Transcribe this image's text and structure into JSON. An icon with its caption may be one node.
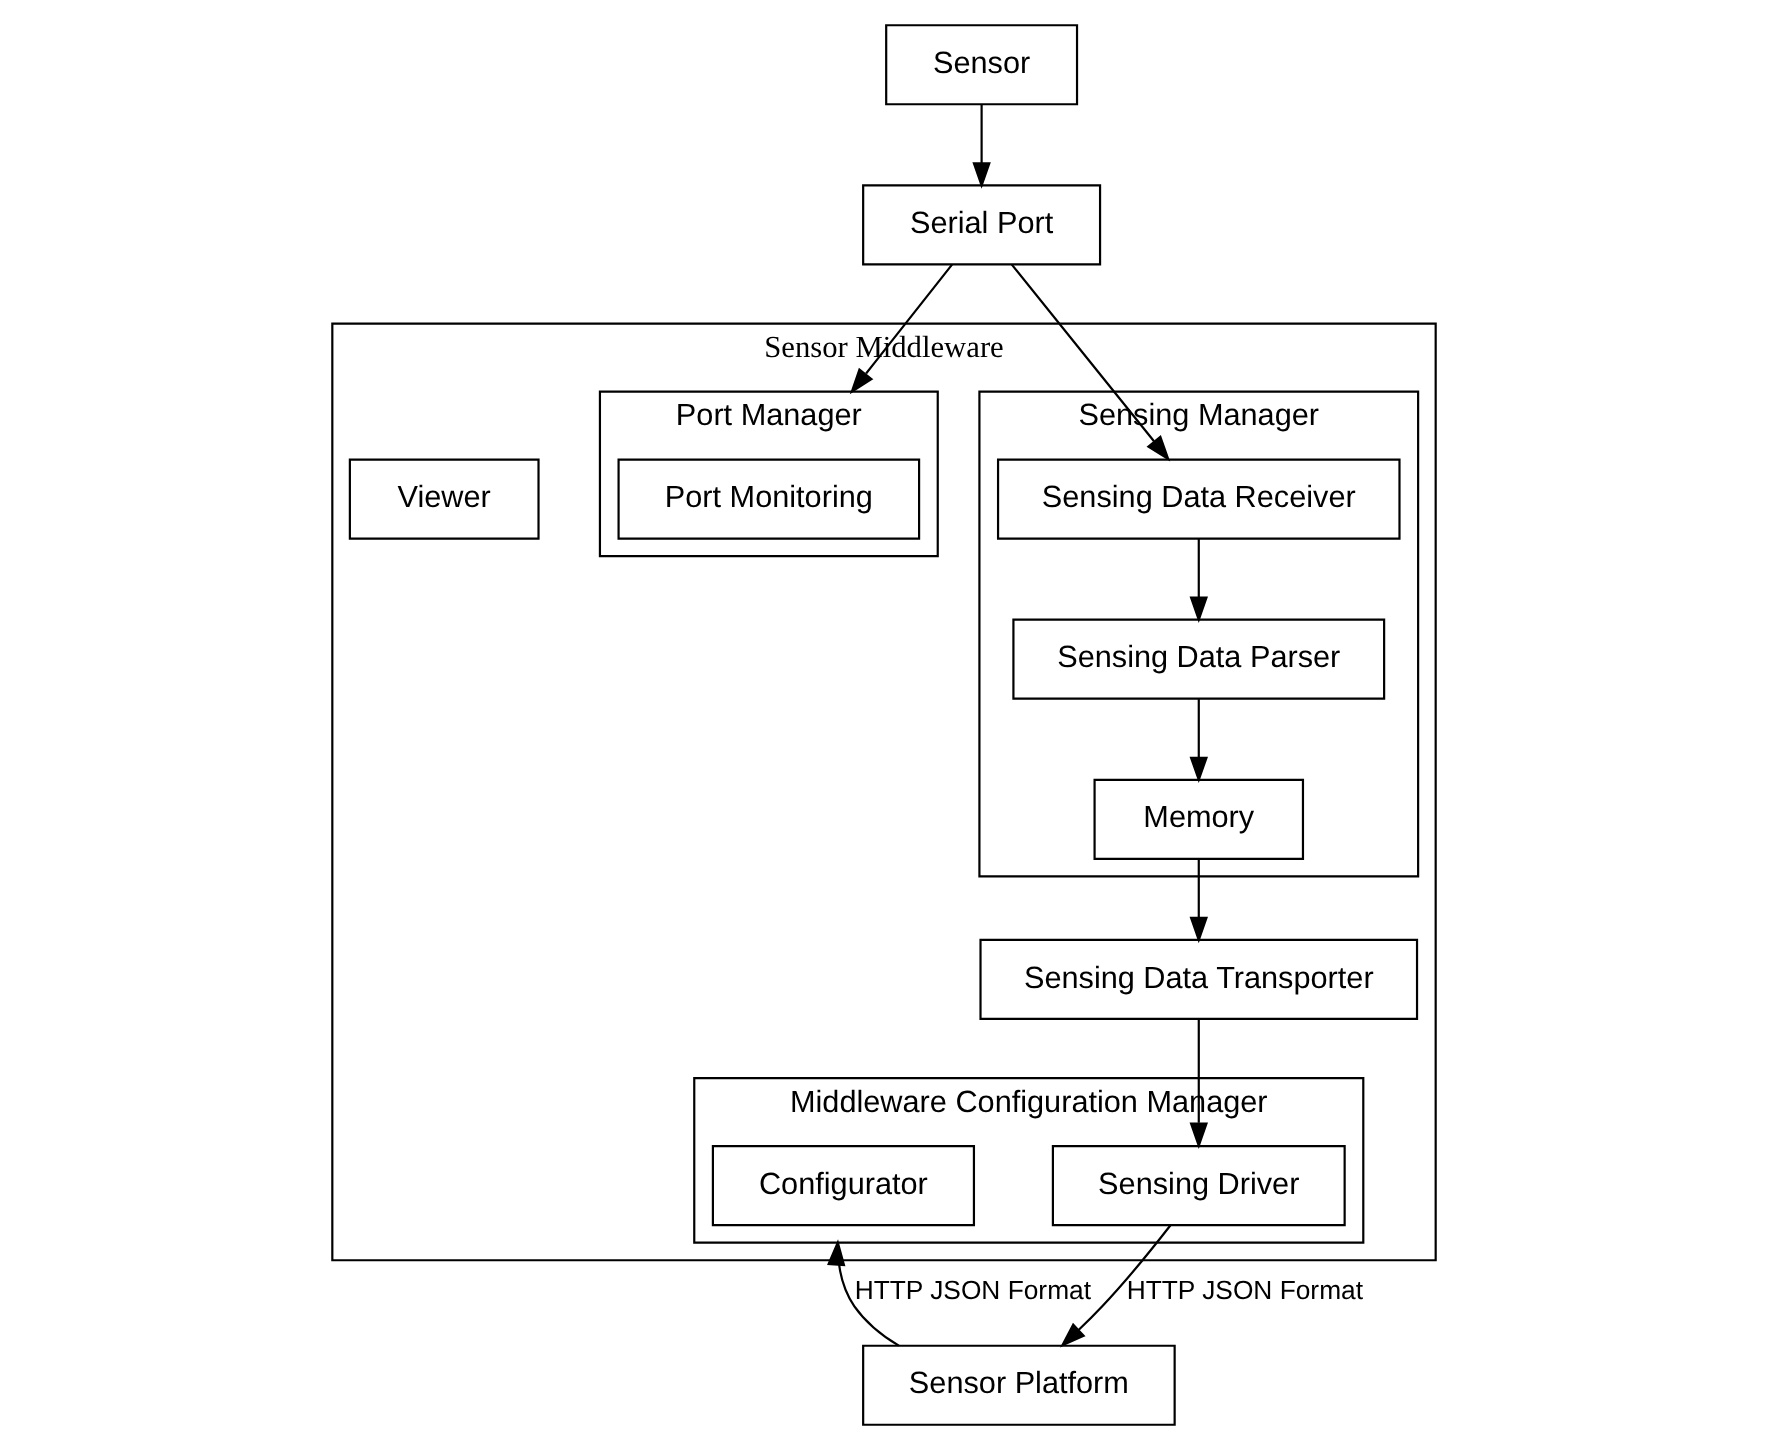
{
  "diagram": {
    "nodes": [
      {
        "text": [
          "Sensor Platform"
        ]
      },
      {
        "text": [
          "Sensor"
        ]
      },
      {
        "text": [
          "Sensor Middleware"
        ]
      },
      {
        "text": [
          "Serial Port"
        ]
      },
      {
        "text": [
          "Viewer"
        ],
        "in": 2
      },
      {
        "text": [
          "Middleware Configuration Manager"
        ],
        "in": 2
      },
      {
        "text": [
          "Configurator"
        ],
        "in": 5
      },
      {
        "text": [
          "Sensing Driver"
        ],
        "in": 5
      },
      {
        "text": [
          "Port Manager"
        ],
        "in": 2
      },
      {
        "text": [
          "Port Monitoring"
        ],
        "in": 8
      },
      {
        "text": [
          "Sensing Manager"
        ],
        "in": 2
      },
      {
        "text": [
          "Sensing Data Receiver"
        ],
        "in": 10
      },
      {
        "text": [
          "Sensing Data Parser"
        ],
        "in": 10
      },
      {
        "text": [
          "Memory"
        ],
        "in": 10
      },
      {
        "text": [
          "Sensing Data Transporter"
        ],
        "in": 2
      }
    ],
    "edges": [
      {
        "from": 1,
        "to": 3,
        "arrow": "to"
      },
      {
        "from": 7,
        "to": 0,
        "arrow": "to",
        "label": "HTTP JSON Format"
      },
      {
        "from": 0,
        "to": 5,
        "arrow": "to",
        "label": "HTTP JSON Format"
      },
      {
        "from": 3,
        "to": 8,
        "arrow": "to"
      },
      {
        "from": 3,
        "to": 11,
        "arrow": "to"
      },
      {
        "from": 11,
        "to": 12,
        "arrow": "to"
      },
      {
        "from": 12,
        "to": 13,
        "arrow": "to"
      },
      {
        "from": 13,
        "to": 14,
        "arrow": "to"
      },
      {
        "from": 14,
        "to": 7,
        "arrow": "to"
      }
    ]
  }
}
